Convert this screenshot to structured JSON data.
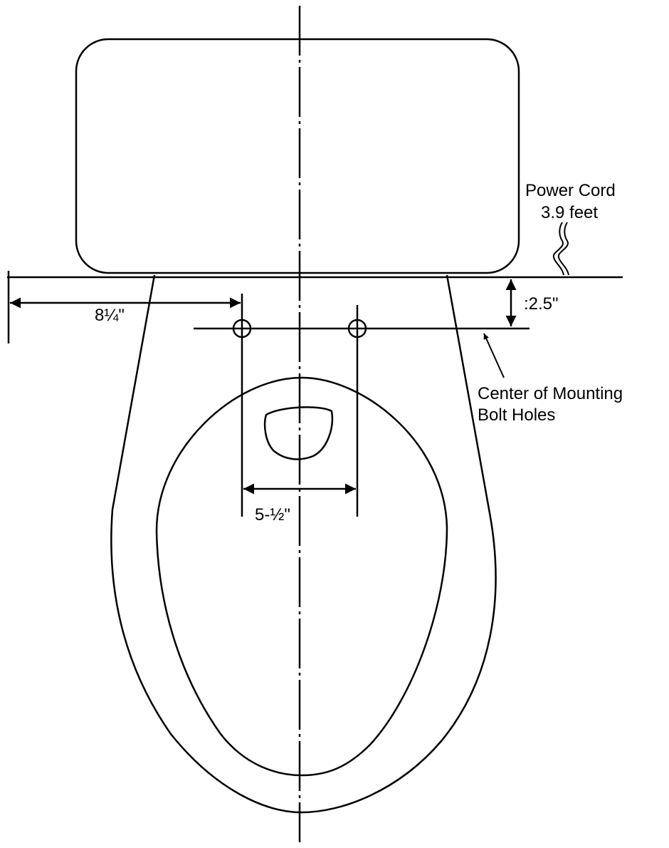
{
  "labels": {
    "power_cord_line1": "Power Cord",
    "power_cord_line2": "3.9 feet",
    "dim_height": ":2.5\"",
    "dim_left": "8¼\"",
    "dim_spacing": "5-½\"",
    "bolt_holes_line1": "Center of Mounting",
    "bolt_holes_line2": "Bolt Holes"
  },
  "colors": {
    "line": "#000000",
    "background": "#ffffff"
  }
}
